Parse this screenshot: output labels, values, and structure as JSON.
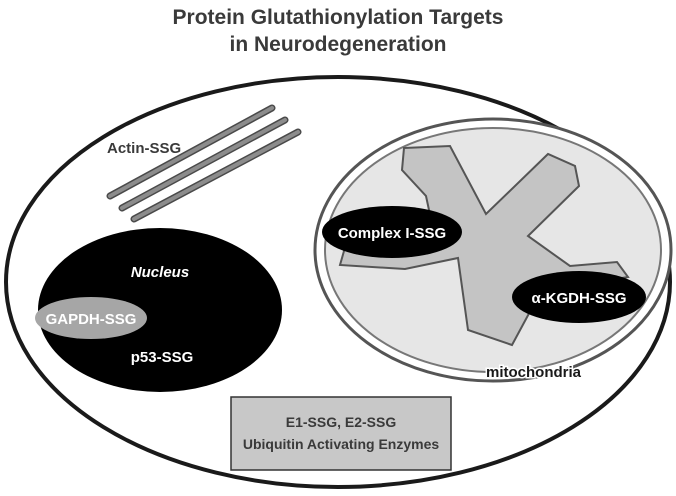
{
  "title": {
    "line1": "Protein Glutathionylation Targets",
    "line2": "in Neurodegeneration"
  },
  "cell": {
    "actin_label": "Actin-SSG",
    "nucleus": {
      "label": "Nucleus",
      "gapdh_label": "GAPDH-SSG",
      "p53_label": "p53-SSG"
    },
    "mitochondria": {
      "label": "mitochondria",
      "complex1_label": "Complex I-SSG",
      "akgdh_label": "α-KGDH-SSG"
    },
    "ubiquitin_box": {
      "line1": "E1-SSG, E2-SSG",
      "line2": "Ubiquitin Activating Enzymes"
    }
  },
  "colors": {
    "outline": "#1a1a1a",
    "nucleus_fill": "#000000",
    "gapdh_fill": "#a6a6a6",
    "mito_fill": "#e6e6e6",
    "cristae_fill": "#c4c4c4",
    "fiber": "#8c8c8c",
    "box_fill": "#c8c8c8",
    "title": "#3a3a3a"
  }
}
